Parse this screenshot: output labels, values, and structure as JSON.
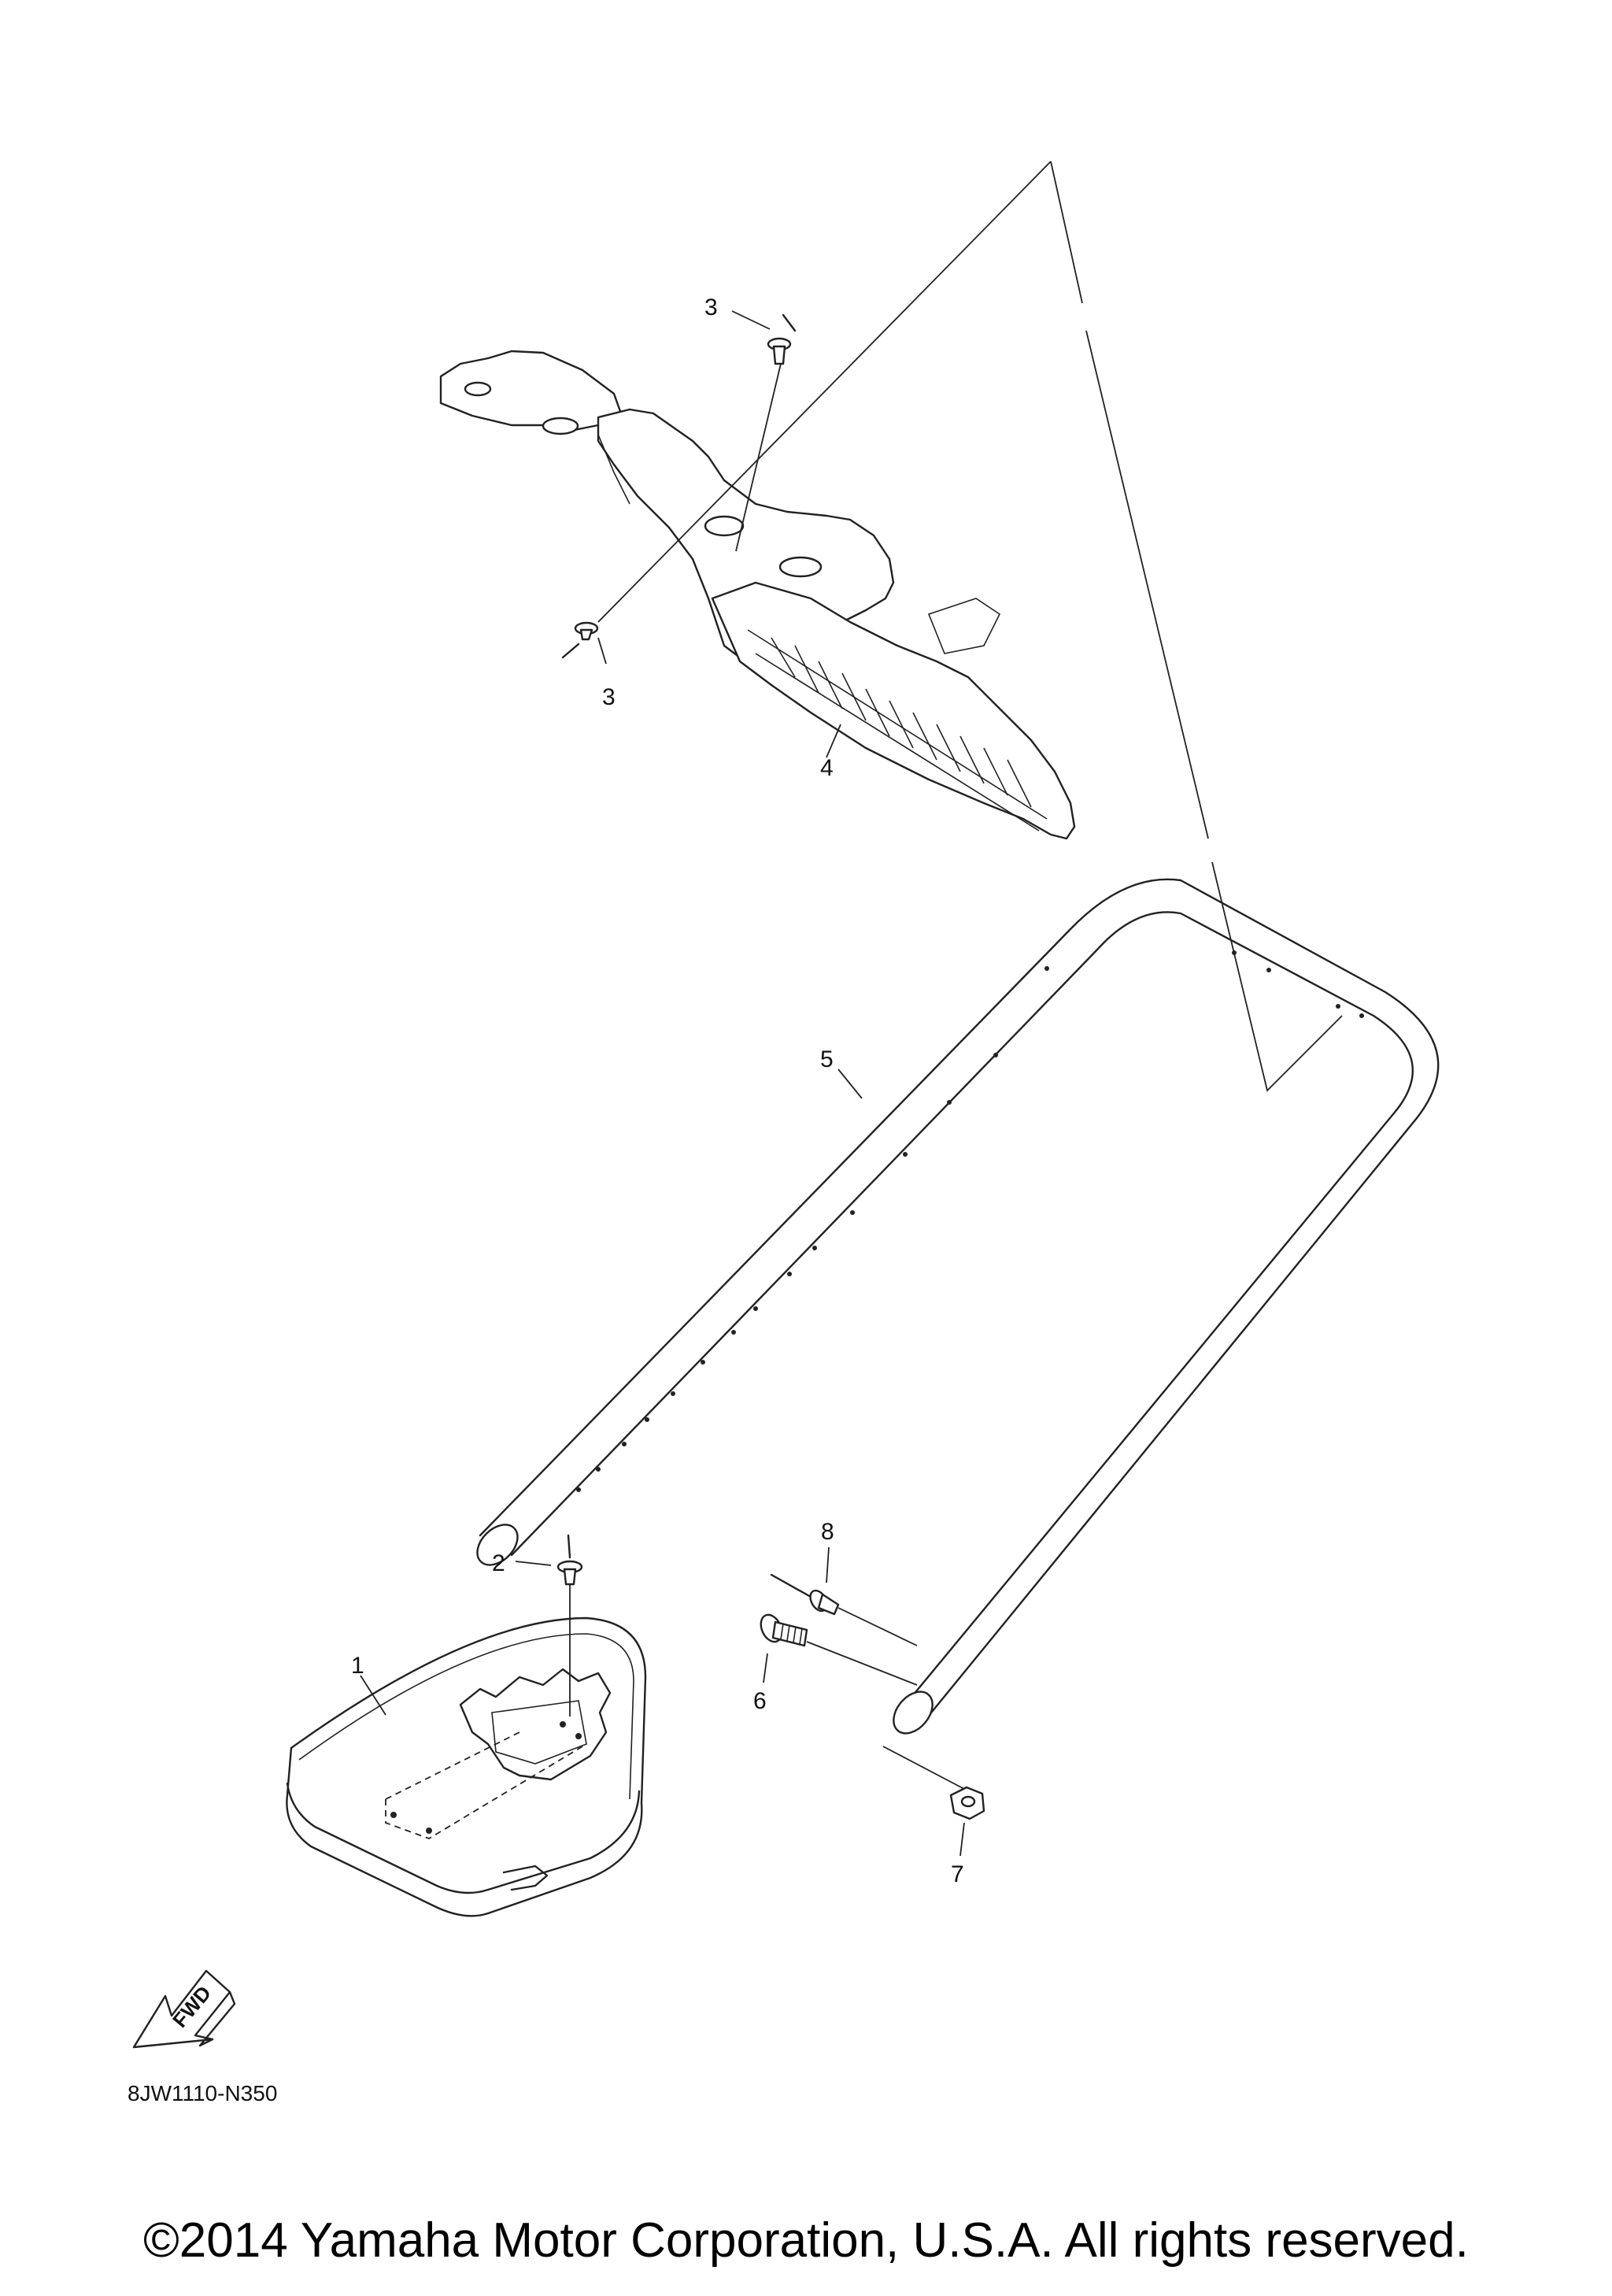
{
  "callouts": {
    "c1": "1",
    "c2": "2",
    "c3a": "3",
    "c3b": "3",
    "c4": "4",
    "c5": "5",
    "c6": "6",
    "c7": "7",
    "c8": "8"
  },
  "fwd_label": "FWD",
  "figure_code": "8JW1110-N350",
  "copyright": "©2014 Yamaha Motor Corporation, U.S.A. All rights reserved.",
  "icons": {
    "fwd": "fwd-arrow-icon"
  }
}
